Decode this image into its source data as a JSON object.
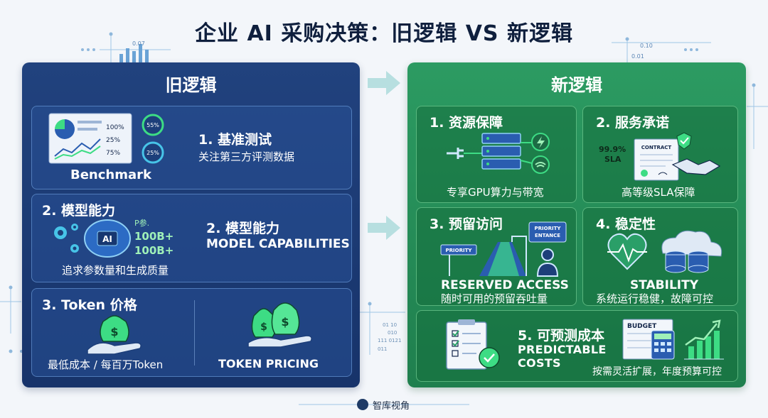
{
  "title": "企业 AI 采购决策：旧逻辑 VS 新逻辑",
  "old_panel": {
    "title": "旧逻辑",
    "benchmark": {
      "title": "1. 基准测试",
      "desc": "关注第三方评测数据",
      "image_label": "Benchmark",
      "bars": [
        "100%",
        "25%",
        "75%"
      ],
      "rings": [
        "55%",
        "25%"
      ]
    },
    "model": {
      "title": "2. 模型能力",
      "icon_title": "2. 模型能力",
      "subtitle": "MODEL CAPABILITIES",
      "desc": "追求参数量和生成质量",
      "ai_label": "AI",
      "p_label": "P参.",
      "params": [
        "100B+",
        "100B+"
      ]
    },
    "token": {
      "title": "3. Token 价格",
      "desc": "最低成本 / 每百万Token",
      "pricing": "TOKEN PRICING"
    }
  },
  "new_panel": {
    "title": "新逻辑",
    "resource": {
      "title": "1. 资源保障",
      "desc": "专享GPU算力与带宽"
    },
    "service": {
      "title": "2. 服务承诺",
      "desc": "高等级SLA保障",
      "sla_value": "99.9%",
      "sla_label": "SLA",
      "contract_label": "CONTRACT"
    },
    "reserved": {
      "title": "3. 预留访问",
      "caption": "RESERVED ACCESS",
      "desc": "随时可用的预留吞吐量",
      "sign_left": "PRIORITY",
      "sign_right_1": "PRIORITY",
      "sign_right_2": "ENTANCE"
    },
    "stability": {
      "title": "4. 稳定性",
      "caption": "STABILITY",
      "desc": "系统运行稳健，故障可控"
    },
    "cost": {
      "title": "5. 可预测成本",
      "caption_1": "PREDICTABLE",
      "caption_2": "COSTS",
      "desc": "按需灵活扩展，年度预算可控",
      "budget_label": "BUDGET"
    }
  },
  "deco": {
    "top_left_num": "0.07",
    "top_right_1": "0.10",
    "top_right_2": "0.01",
    "binary": [
      "01 10",
      "010",
      "111 0121",
      "011"
    ]
  },
  "footer": {
    "brand": "智库视角"
  },
  "colors": {
    "old_panel": "#1b3a74",
    "new_panel": "#25905a",
    "accent_green": "#3ddc84",
    "accent_cyan": "#47c4e8"
  }
}
